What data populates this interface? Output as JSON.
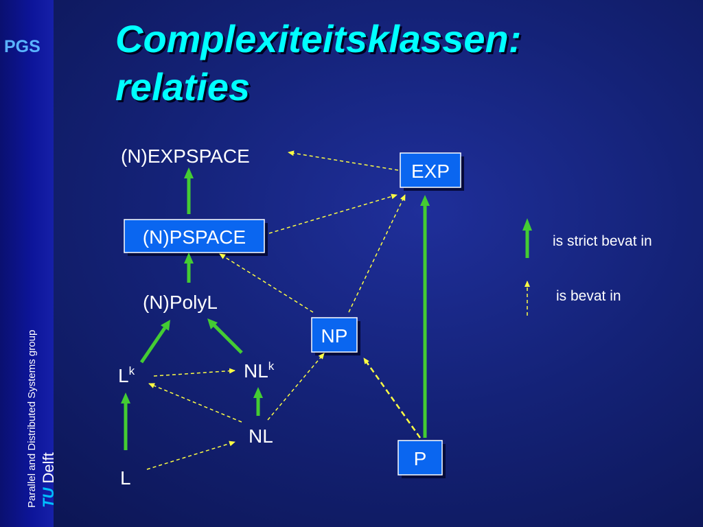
{
  "sidebar": {
    "logo": "PGS",
    "group": "Parallel and Distributed Systems group",
    "tu": "TU",
    "delft": " Delft"
  },
  "title": {
    "line1": "Complexiteitsklassen:",
    "line2": "relaties"
  },
  "nodes": {
    "nexpspace": "(N)EXPSPACE",
    "exp": "EXP",
    "npspace": "(N)PSPACE",
    "npolyl": "(N)PolyL",
    "np": "NP",
    "lk_base": "L",
    "lk_sup": "k",
    "nlk_base": "NL",
    "nlk_sup": "k",
    "nl": "NL",
    "p": "P",
    "l": "L"
  },
  "legend": {
    "strict": "is strict bevat in",
    "contained": "is bevat in"
  },
  "colors": {
    "title": "#00ffff",
    "strict_arrow": "#44cc33",
    "contained_arrow": "#ffff44",
    "box_fill": "#0a66f0"
  }
}
